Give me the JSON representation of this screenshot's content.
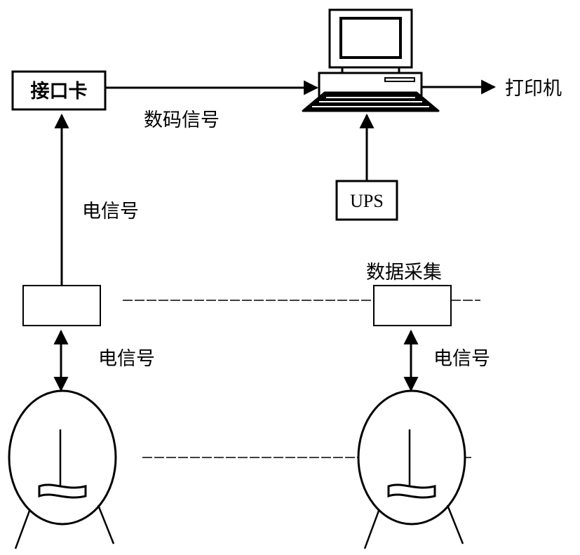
{
  "labels": {
    "interface_card": "接口卡",
    "digital_signal": "数码信号",
    "printer": "打印机",
    "ups": "UPS",
    "electric_signal_top": "电信号",
    "data_acquisition": "数据采集",
    "electric_signal_left": "电信号",
    "electric_signal_right": "电信号"
  }
}
